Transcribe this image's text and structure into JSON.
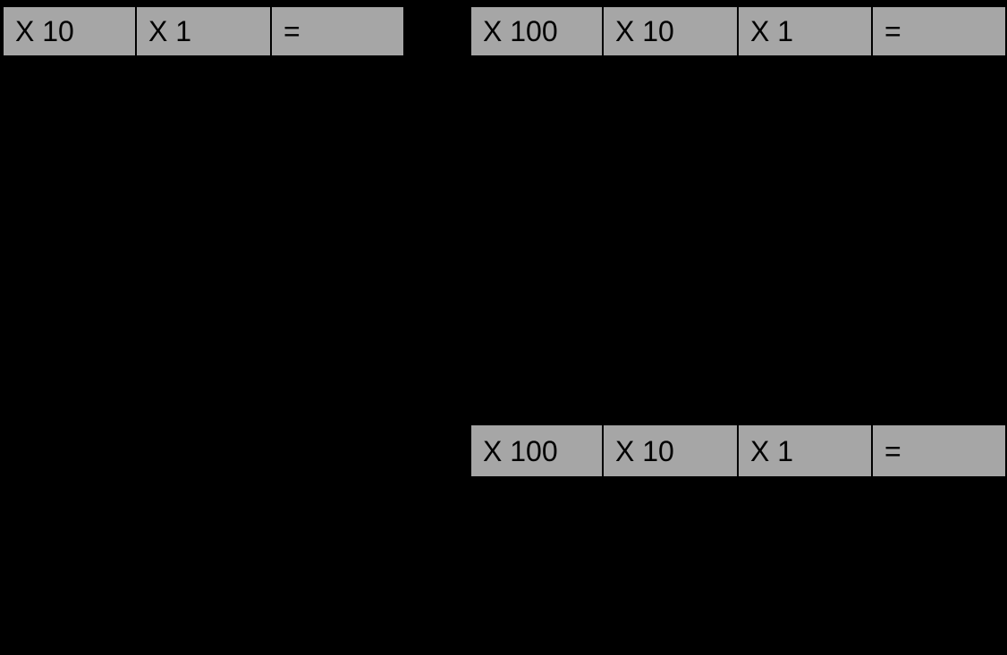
{
  "colors": {
    "background": "#000000",
    "header_fill": "#a6a6a6",
    "header_text": "#000000",
    "divider": "#000000"
  },
  "tables": [
    {
      "id": "tens-ones",
      "description": "2-digit place value chart header, top-left",
      "headers": [
        "X 10",
        "X 1",
        "="
      ]
    },
    {
      "id": "hundreds-tens-ones-top",
      "description": "3-digit place value chart header, top-right",
      "headers": [
        "X 100",
        "X 10",
        "X 1",
        "="
      ]
    },
    {
      "id": "hundreds-tens-ones-middle",
      "description": "3-digit place value chart header, middle-right",
      "headers": [
        "X 100",
        "X 10",
        "X 1",
        "="
      ]
    }
  ]
}
